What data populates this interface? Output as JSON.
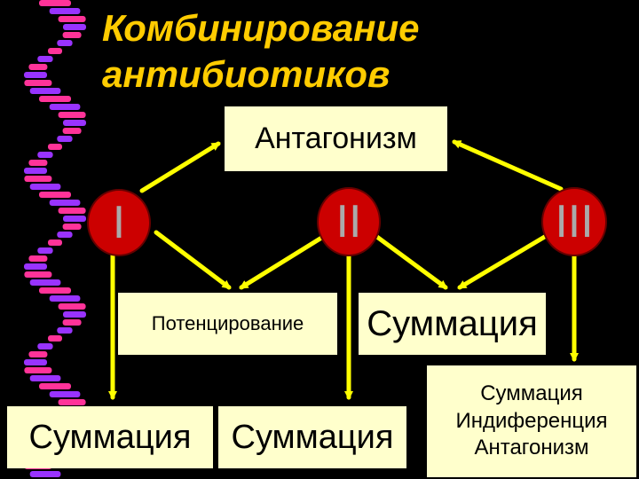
{
  "title": "Комбинирование\nантибиотиков",
  "nodes": {
    "antagonism": "Антагонизм",
    "group_1": "I",
    "group_2": "II",
    "group_3": "III",
    "potentiation": "Потенцирование",
    "summation_mid": "Суммация",
    "summation_left": "Суммация",
    "summation_center": "Суммация",
    "combined": "Суммация\nИндиференция\nАнтагонизм"
  },
  "colors": {
    "background": "#000000",
    "title": "#ffcc00",
    "box_fill": "#ffffcc",
    "circle_fill": "#cc0000",
    "arrow": "#ffff00",
    "ribbon_magenta": "#ff3399",
    "ribbon_purple": "#9933ff"
  },
  "decoration": "dna-ribbon"
}
